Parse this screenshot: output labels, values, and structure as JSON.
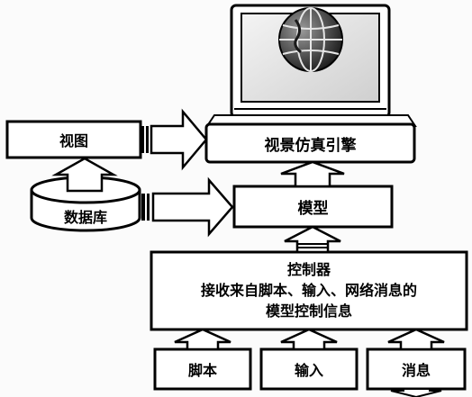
{
  "nodes": {
    "view": "视图",
    "engine": "视景仿真引擎",
    "database": "数据库",
    "model": "模型",
    "controller": {
      "title": "控制器",
      "line1": "接收来自脚本、输入、网络消息的",
      "line2": "模型控制信息"
    },
    "script": "脚本",
    "input": "输入",
    "message": "消息"
  },
  "icons": {
    "laptop": "laptop-icon",
    "globe": "globe-icon",
    "database": "database-cylinder-icon"
  }
}
